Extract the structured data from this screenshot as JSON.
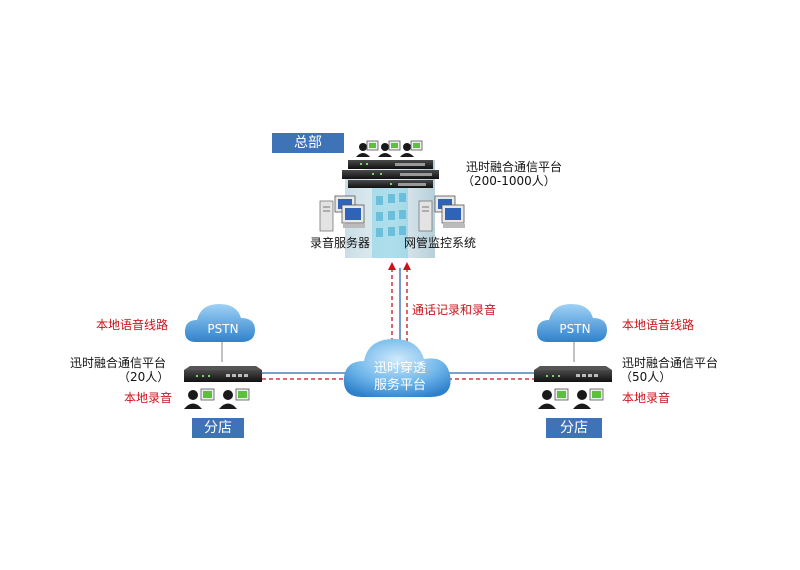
{
  "hq": {
    "tag": "总部",
    "platform_name": "迅时融合通信平台",
    "platform_capacity": "（200-1000人）",
    "recording_server": "录音服务器",
    "nms": "网管监控系统"
  },
  "cloud": {
    "line1": "迅时穿透",
    "line2": "服务平台"
  },
  "link_label": "通话记录和录音",
  "left_branch": {
    "pstn": "PSTN",
    "voice_line": "本地语音线路",
    "platform_name": "迅时融合通信平台",
    "capacity": "（20人）",
    "local_recording": "本地录音",
    "tag": "分店"
  },
  "right_branch": {
    "pstn": "PSTN",
    "voice_line": "本地语音线路",
    "platform_name": "迅时融合通信平台",
    "capacity": "（50人）",
    "local_recording": "本地录音",
    "tag": "分店"
  },
  "colors": {
    "tag_blue": "#3f73b7",
    "red": "#c8151b",
    "link_blue": "#2b67b0",
    "cloud_blue": "#3f8fd4"
  },
  "icons": [
    "person-headset-icon",
    "monitor-icon",
    "server-tower-icon",
    "router-device-icon",
    "pstn-cloud-icon"
  ]
}
